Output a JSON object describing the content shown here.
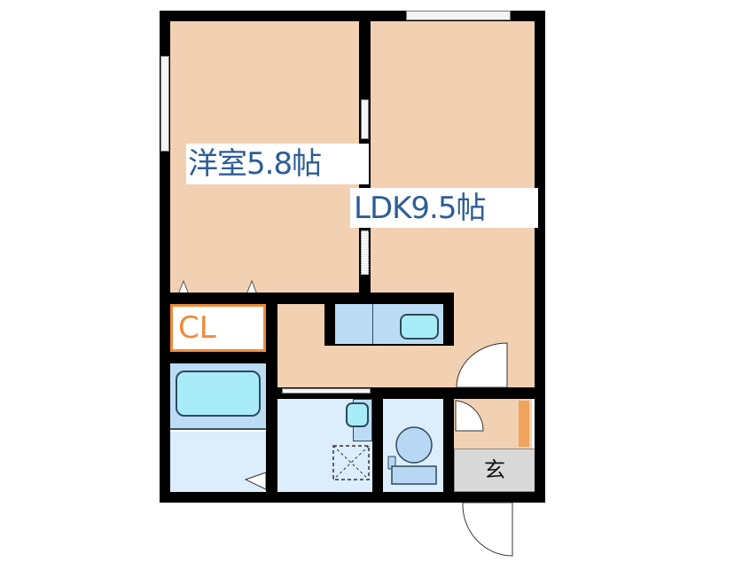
{
  "floorplan": {
    "rooms": [
      {
        "id": "western-room",
        "label": "洋室5.8帖",
        "type": "Western-style room",
        "size_jo": 5.8
      },
      {
        "id": "ldk",
        "label": "LDK9.5帖",
        "type": "Living Dining Kitchen",
        "size_jo": 9.5
      },
      {
        "id": "closet",
        "label": "CL",
        "type": "Closet"
      },
      {
        "id": "entrance",
        "label": "玄",
        "type": "Entrance (genkan)"
      },
      {
        "id": "bathroom",
        "label": "",
        "type": "Bath"
      },
      {
        "id": "washroom",
        "label": "",
        "type": "Washroom"
      },
      {
        "id": "toilet",
        "label": "",
        "type": "Toilet"
      },
      {
        "id": "kitchen",
        "label": "",
        "type": "Kitchen counter"
      }
    ],
    "colors": {
      "wall": "#000000",
      "wood_floor": "#f2d1b3",
      "wet_floor": "#dcedfb",
      "fixture": "#a8ecfa",
      "room_label": "#2d5d96",
      "closet_label": "#ef8a3a",
      "entrance_floor": "#d9d9d9",
      "shoe_box": "#f0a35c"
    }
  }
}
